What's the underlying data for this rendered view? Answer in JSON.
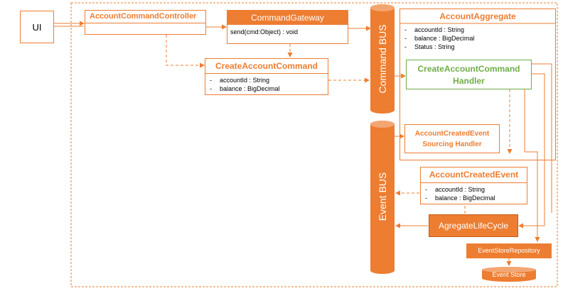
{
  "ui": {
    "label": "UI"
  },
  "controller": {
    "title": "AccountCommandController"
  },
  "gateway": {
    "title": "CommandGateway",
    "method": "send(cmd:Object) : void"
  },
  "create_command": {
    "title": "CreateAccountCommand",
    "attributes": [
      {
        "dash": "-",
        "text": "accountId : String"
      },
      {
        "dash": "-",
        "text": "balance : BigDecimal"
      }
    ]
  },
  "command_bus": {
    "label": "Command BUS"
  },
  "event_bus": {
    "label": "Event BUS"
  },
  "aggregate": {
    "title": "AccountAggregate",
    "attributes": [
      {
        "dash": "-",
        "text": "accountId : String"
      },
      {
        "dash": "-",
        "text": "balance : BigDecimal"
      },
      {
        "dash": "-",
        "text": "Status : String"
      }
    ]
  },
  "command_handler": {
    "title_line1": "CreateAccountCommand",
    "title_line2": "Handler"
  },
  "sourcing_handler": {
    "title_line1": "AccountCreatedEvent",
    "title_line2": "Sourcing Handler"
  },
  "created_event": {
    "title": "AccountCreatedEvent",
    "attributes": [
      {
        "dash": "-",
        "text": "accountId : String"
      },
      {
        "dash": "-",
        "text": "balance : BigDecimal"
      }
    ]
  },
  "lifecycle": {
    "label": "AgregateLifeCycle"
  },
  "repository": {
    "label": "EventStoreRepository"
  },
  "event_store": {
    "label": "Event Store"
  },
  "colors": {
    "accent": "#ED7D31",
    "handler_green": "#70AD47",
    "text": "#000000"
  }
}
